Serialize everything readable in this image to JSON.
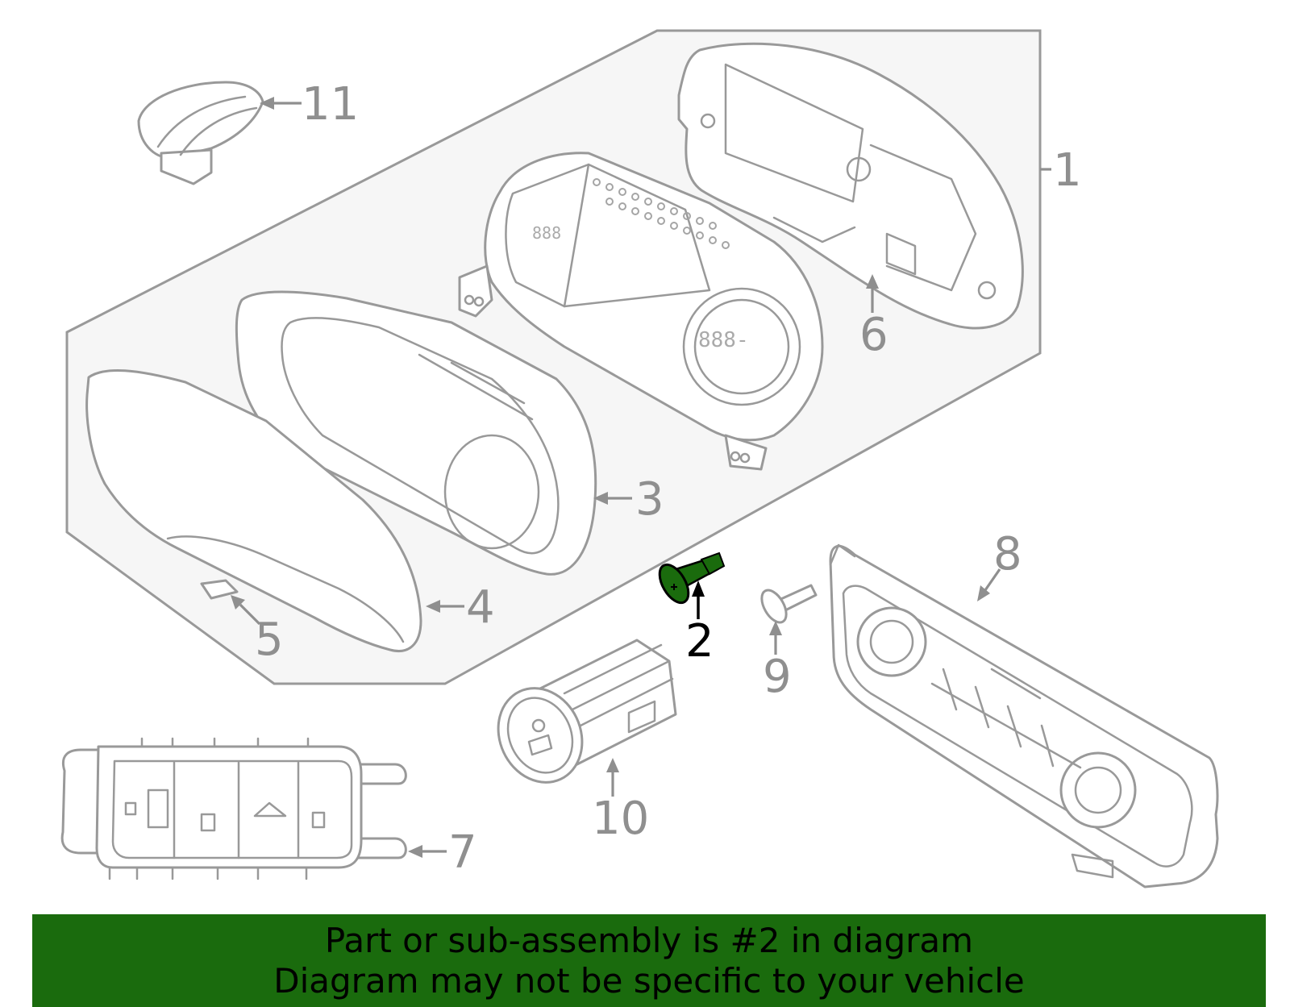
{
  "diagram": {
    "highlighted_part": "2",
    "highlight_color": "#1a6b0d",
    "line_color": "#999999",
    "callouts": [
      {
        "id": "1",
        "label": "1"
      },
      {
        "id": "2",
        "label": "2"
      },
      {
        "id": "3",
        "label": "3"
      },
      {
        "id": "4",
        "label": "4"
      },
      {
        "id": "5",
        "label": "5"
      },
      {
        "id": "6",
        "label": "6"
      },
      {
        "id": "7",
        "label": "7"
      },
      {
        "id": "8",
        "label": "8"
      },
      {
        "id": "9",
        "label": "9"
      },
      {
        "id": "10",
        "label": "10"
      },
      {
        "id": "11",
        "label": "11"
      }
    ]
  },
  "banner": {
    "line1": "Part or sub-assembly is #2 in diagram",
    "line2": "Diagram may not be specific to your vehicle",
    "background": "#1a6b0d"
  }
}
